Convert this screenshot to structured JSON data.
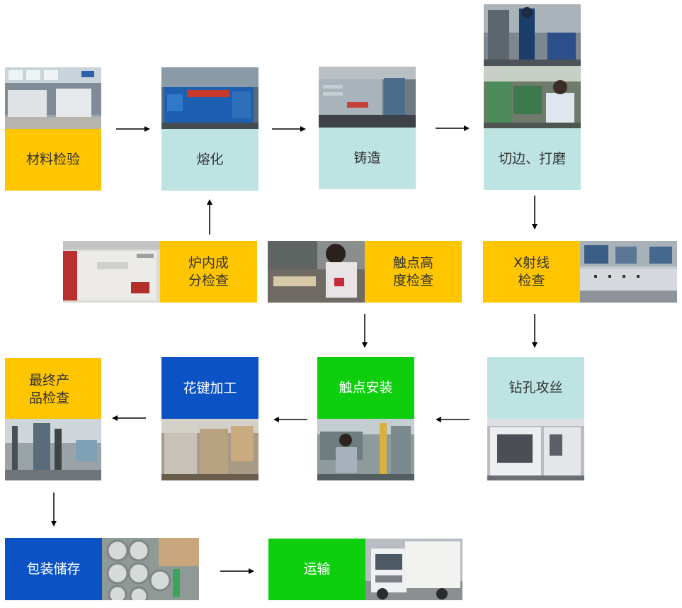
{
  "colors": {
    "yellow": "#FFC600",
    "light_teal": "#BDE3E3",
    "blue": "#0B52C4",
    "green": "#0ECF0E",
    "arrow": "#000000"
  },
  "steps": {
    "material_inspection": {
      "label": "材料检验",
      "color": "yellow"
    },
    "melting": {
      "label": "熔化",
      "color": "light_teal"
    },
    "casting": {
      "label": "铸造",
      "color": "light_teal"
    },
    "trimming": {
      "label": "切边、打磨",
      "color": "light_teal"
    },
    "xray": {
      "line1": "X射线",
      "line2": "检查",
      "color": "yellow"
    },
    "contact_height": {
      "line1": "触点高",
      "line2": "度检查",
      "color": "yellow"
    },
    "furnace_composition": {
      "line1": "炉内成",
      "line2": "分检查",
      "color": "yellow"
    },
    "drilling_tapping": {
      "label": "钻孔攻丝",
      "color": "light_teal"
    },
    "contact_installation": {
      "label": "触点安装",
      "color": "green"
    },
    "spline_machining": {
      "label": "花键加工",
      "color": "blue"
    },
    "final_inspection": {
      "line1": "最终产",
      "line2": "品检查",
      "color": "yellow"
    },
    "packaging_storage": {
      "label": "包装储存",
      "color": "blue"
    },
    "transport": {
      "label": "运输",
      "color": "green"
    }
  },
  "photo_icons": {
    "material_inspection": "warehouse-photo",
    "melting": "furnace-photo",
    "casting": "casting-machine-photo",
    "welder": "welder-photo",
    "trimming": "trimming-worker-photo",
    "xray": "xray-console-photo",
    "contact_height": "inspector-photo",
    "furnace_composition": "spectrometer-photo",
    "drilling_tapping": "cnc-machine-photo",
    "contact_installation": "assembly-worker-photo",
    "spline_machining": "spline-machine-photo",
    "final_inspection": "test-equipment-photo",
    "packaging_storage": "wheel-rims-photo",
    "transport": "delivery-truck-photo"
  }
}
